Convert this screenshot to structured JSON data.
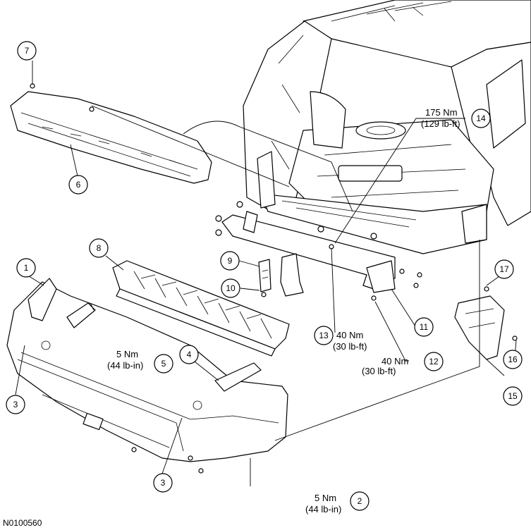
{
  "figure_id": "N0100560",
  "callouts": [
    {
      "id": "1",
      "label": "1"
    },
    {
      "id": "2",
      "label": "2"
    },
    {
      "id": "3a",
      "label": "3"
    },
    {
      "id": "3b",
      "label": "3"
    },
    {
      "id": "4",
      "label": "4"
    },
    {
      "id": "5",
      "label": "5"
    },
    {
      "id": "6",
      "label": "6"
    },
    {
      "id": "7",
      "label": "7"
    },
    {
      "id": "8",
      "label": "8"
    },
    {
      "id": "9",
      "label": "9"
    },
    {
      "id": "10",
      "label": "10"
    },
    {
      "id": "11",
      "label": "11"
    },
    {
      "id": "12",
      "label": "12"
    },
    {
      "id": "13",
      "label": "13"
    },
    {
      "id": "14",
      "label": "14"
    },
    {
      "id": "15",
      "label": "15"
    },
    {
      "id": "16",
      "label": "16"
    },
    {
      "id": "17",
      "label": "17"
    }
  ],
  "torque_specs": {
    "item14": {
      "metric": "175 Nm",
      "imperial": "(129 lb-ft)"
    },
    "item13": {
      "metric": "40 Nm",
      "imperial": "(30 lb-ft)"
    },
    "item12": {
      "metric": "40 Nm",
      "imperial": "(30 lb-ft)"
    },
    "item5": {
      "metric": "5 Nm",
      "imperial": "(44 lb-in)"
    },
    "item2": {
      "metric": "5 Nm",
      "imperial": "(44 lb-in)"
    }
  }
}
